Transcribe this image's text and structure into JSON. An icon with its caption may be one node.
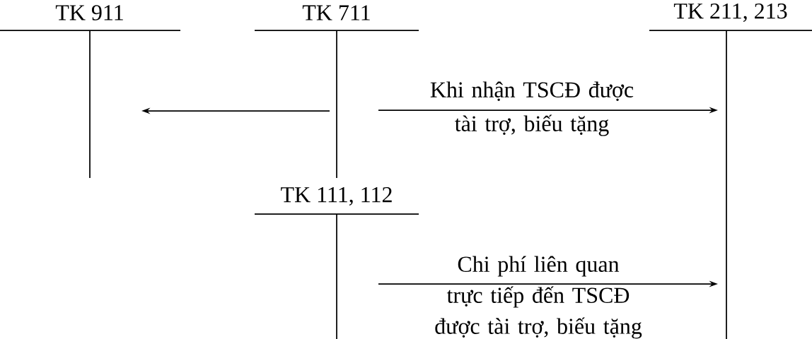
{
  "diagram": {
    "nodes": [
      {
        "text": [
          "TK 911"
        ]
      },
      {
        "text": [
          "TK 711"
        ]
      },
      {
        "text": [
          "TK 211, 213"
        ]
      },
      {
        "text": [
          "TK 111, 112"
        ]
      }
    ],
    "edges": [
      {
        "from": 1,
        "to": 0,
        "arrow": "to"
      },
      {
        "from": 1,
        "to": 2,
        "arrow": "to",
        "label": "Khi nhận TSCĐ được tài trợ, biếu tặng"
      },
      {
        "from": 3,
        "to": 2,
        "arrow": "to",
        "label": "Chi phí liên quan trực tiếp đến TSCĐ được tài trợ, biếu tặng"
      }
    ]
  }
}
